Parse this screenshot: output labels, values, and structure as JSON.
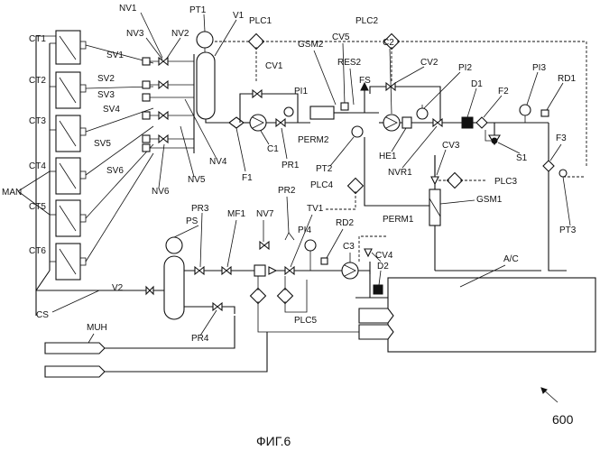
{
  "figure": {
    "caption": "ФИГ.6",
    "reference_number": "600"
  },
  "labels": {
    "NV1": "NV1",
    "PT1": "PT1",
    "V1": "V1",
    "PLC1": "PLC1",
    "PLC2": "PLC2",
    "NV3": "NV3",
    "NV2": "NV2",
    "GSM2": "GSM2",
    "CV5": "CV5",
    "C2": "C2",
    "CT1": "CT1",
    "SV1": "SV1",
    "CV1": "CV1",
    "RES2": "RES2",
    "CV2": "CV2",
    "PI2": "PI2",
    "PI3": "PI3",
    "RD1": "RD1",
    "SV2": "SV2",
    "PI1": "PI1",
    "FS": "FS",
    "D1": "D1",
    "F2": "F2",
    "CT2": "CT2",
    "SV3": "SV3",
    "SV4": "SV4",
    "CT3": "CT3",
    "C1": "C1",
    "PERM2": "PERM2",
    "S1": "S1",
    "SV5": "SV5",
    "NV4": "NV4",
    "HE1": "HE1",
    "F3": "F3",
    "PT2": "PT2",
    "CT4": "CT4",
    "SV6": "SV6",
    "NV5": "NV5",
    "F1": "F1",
    "PR1": "PR1",
    "NVR1": "NVR1",
    "CV3": "CV3",
    "MAN": "MAN",
    "NV6": "NV6",
    "PLC3": "PLC3",
    "PLC4": "PLC4",
    "PT3": "PT3",
    "CT5": "CT5",
    "PR2": "PR2",
    "GSM1": "GSM1",
    "PR3": "PR3",
    "MF1": "MF1",
    "NV7": "NV7",
    "TV1": "TV1",
    "PERM1": "PERM1",
    "PS": "PS",
    "PI4": "PI4",
    "RD2": "RD2",
    "CT6": "CT6",
    "C3": "C3",
    "CV4": "CV4",
    "AC": "A/C",
    "D2": "D2",
    "V2": "V2",
    "CS": "CS",
    "PR4": "PR4",
    "PLC5": "PLC5",
    "MUH": "MUH"
  }
}
